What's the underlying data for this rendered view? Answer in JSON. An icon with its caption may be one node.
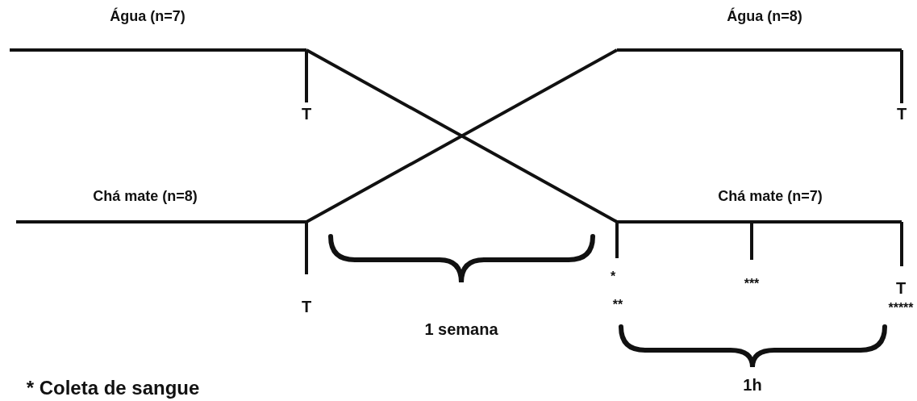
{
  "diagram": {
    "labels": [
      "Água (n=7)",
      "Água (n=8)",
      "T",
      "T",
      "Chá mate (n=8)",
      "Chá mate (n=7)",
      "*",
      "***",
      "T",
      "T",
      "**",
      "*****",
      "1 semana",
      "1h",
      "* Coleta de sangue"
    ]
  }
}
